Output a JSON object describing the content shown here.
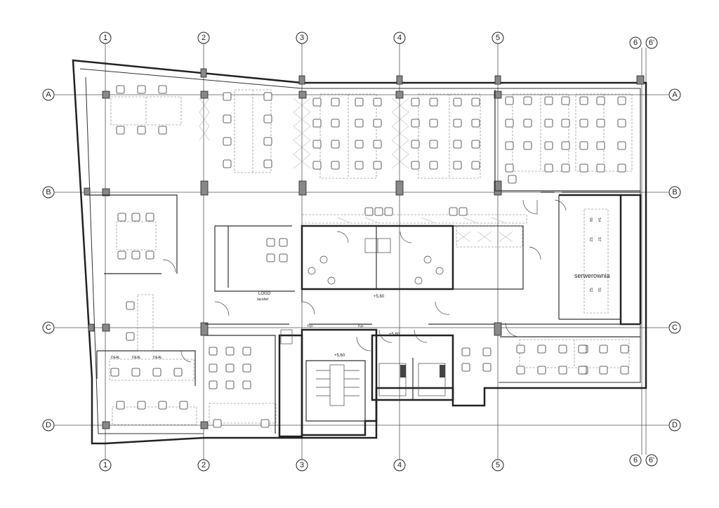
{
  "grid": {
    "columns": [
      "1",
      "2",
      "3",
      "4",
      "5",
      "6",
      "6'"
    ],
    "rows": [
      "A",
      "B",
      "C",
      "D"
    ]
  },
  "rooms": {
    "server_room": "serwerownia",
    "logo_label": "LOGO",
    "logo_sub": "Iacobel",
    "deal_labels": [
      "DEAL",
      "DEAL",
      "DEAL"
    ],
    "hp_labels": [
      "h.p.",
      "h.p."
    ],
    "server_racks": [
      "S6",
      "S4",
      "S2",
      "S7",
      "S2",
      "S1"
    ]
  },
  "levels": {
    "corridor": "+5,60",
    "lobby": "+5,60",
    "stair": "+5,60"
  }
}
